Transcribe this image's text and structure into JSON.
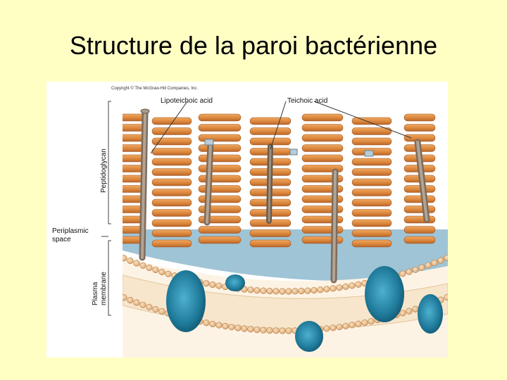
{
  "slide": {
    "title": "Structure de la paroi bactérienne"
  },
  "figure": {
    "copyright": "Copyright © The McGraw-Hill Companies, Inc.",
    "labels": {
      "lipoteichoic_acid": "Lipoteichoic acid",
      "teichoic_acid": "Teichoic acid",
      "peptidoglycan": "Peptidoglycan",
      "periplasmic_space_line1": "Periplasmic",
      "periplasmic_space_line2": "space",
      "plasma_membrane_line1": "Plasma",
      "plasma_membrane_line2": "membrane"
    },
    "colors": {
      "background": "#ffffc4",
      "peptidoglycan": "#d9843a",
      "periplasm": "#9fc4d6",
      "membrane": "#f2c99a",
      "protein": "#1f7a9a",
      "teichoic_rod": "#8a7a6a"
    }
  }
}
